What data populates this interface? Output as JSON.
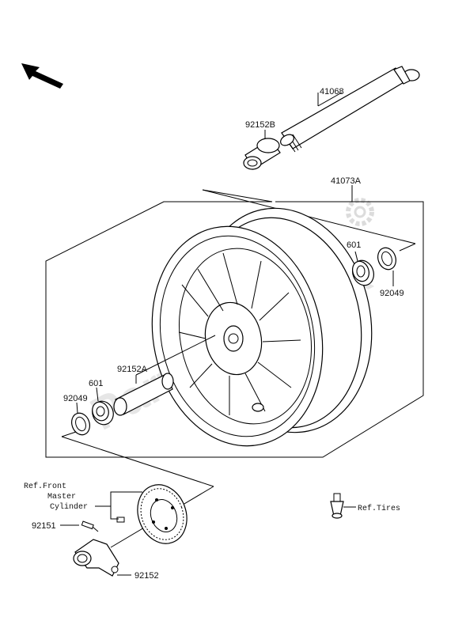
{
  "watermark": "PartsRepublik",
  "labels": {
    "axle": "41068",
    "collar_b": "92152B",
    "wheel": "41073A",
    "bearing_right": "601",
    "seal_right": "92049",
    "collar_a": "92152A",
    "bearing_left": "601",
    "seal_left": "92049",
    "ref_front_1": "Ref.Front",
    "ref_front_2": "Master",
    "ref_front_3": "Cylinder",
    "bolt": "92151",
    "sensor": "92152",
    "ref_tires": "Ref.Tires"
  }
}
